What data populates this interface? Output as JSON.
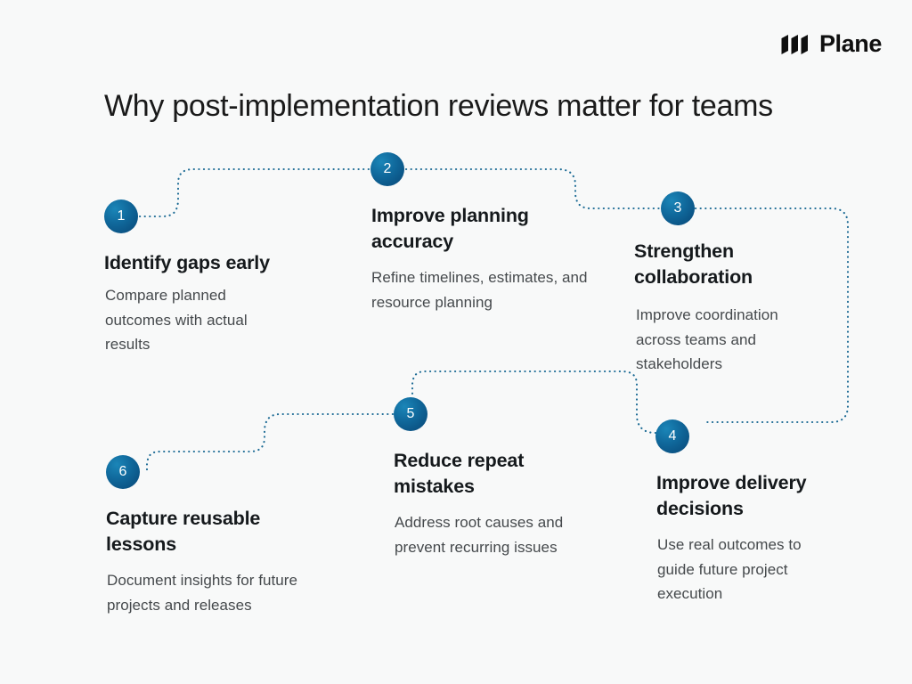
{
  "brand": {
    "name": "Plane",
    "mark": "plane-logo-icon"
  },
  "title": "Why post-implementation reviews matter for teams",
  "colors": {
    "background": "#f8f9f9",
    "badge_dark": "#0a4d7a",
    "badge_light": "#1b86b8",
    "connector": "#1b6a94",
    "heading": "#15191c",
    "body": "#45494c",
    "title": "#1a1a1a"
  },
  "steps": [
    {
      "number": "1",
      "heading": "Identify gaps early",
      "body": "Compare planned outcomes with actual results"
    },
    {
      "number": "2",
      "heading": "Improve planning accuracy",
      "body": "Refine timelines, estimates, and resource planning"
    },
    {
      "number": "3",
      "heading": "Strengthen collaboration",
      "body": "Improve coordination across teams and stakeholders"
    },
    {
      "number": "4",
      "heading": "Improve delivery decisions",
      "body": "Use real outcomes to guide future project execution"
    },
    {
      "number": "5",
      "heading": "Reduce repeat mistakes",
      "body": "Address root causes and prevent recurring issues"
    },
    {
      "number": "6",
      "heading": "Capture reusable lessons",
      "body": "Document insights for future projects and releases"
    }
  ]
}
